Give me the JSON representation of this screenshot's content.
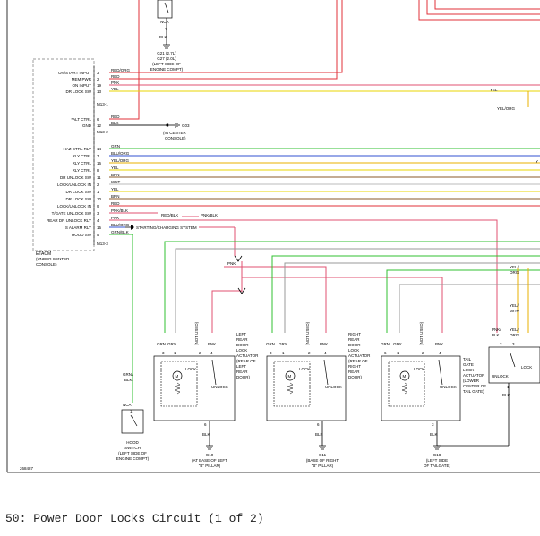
{
  "caption": "50: Power Door Locks Circuit (1 of 2)",
  "figure_id": "268487",
  "etacm": {
    "label": "ETACM",
    "location": [
      "(UNDER CENTER",
      "CONSOLE)"
    ],
    "connector_top": "M13-1",
    "connector_mid": "M13-2",
    "connector_bot": "M13-3",
    "pins_top": [
      {
        "name": "ON/START INPUT",
        "pin": "3",
        "wire": "RED/ORG",
        "color": "#e0303a"
      },
      {
        "name": "MEM PWR",
        "pin": "2",
        "wire": "RED",
        "color": "#e0303a"
      },
      {
        "name": "ON INPUT",
        "pin": "19",
        "wire": "PNK",
        "color": "#e05070"
      },
      {
        "name": "DR LOCK SW",
        "pin": "13",
        "wire": "YEL",
        "color": "#e8d400"
      }
    ],
    "pins_mid": [
      {
        "name": "*ALT CTRL",
        "pin": "6",
        "wire": "RED",
        "color": "#e0303a"
      },
      {
        "name": "GND",
        "pin": "12",
        "wire": "BLK",
        "color": "#222222"
      }
    ],
    "pins_bot": [
      {
        "name": "HAZ CTRL RLY",
        "pin": "14",
        "wire": "GRN",
        "color": "#30c030"
      },
      {
        "name": "RLY CTRL",
        "pin": "7",
        "wire": "BLU/ORG",
        "color": "#3050d0"
      },
      {
        "name": "RLY CTRL",
        "pin": "16",
        "wire": "YEL/ORG",
        "color": "#e8b000"
      },
      {
        "name": "RLY CTRL",
        "pin": "8",
        "wire": "YEL",
        "color": "#e8d400"
      },
      {
        "name": "DR UNLOCK SW",
        "pin": "11",
        "wire": "BRN",
        "color": "#8a5a2a"
      },
      {
        "name": "LOCK/UNLOCK IN",
        "pin": "2",
        "wire": "WHT",
        "color": "#bbbbbb"
      },
      {
        "name": "DR LOCK SW",
        "pin": "1",
        "wire": "YEL",
        "color": "#e8d400"
      },
      {
        "name": "DR LOCK SW",
        "pin": "10",
        "wire": "BRN",
        "color": "#8a5a2a"
      },
      {
        "name": "LOCK/UNLOCK IN",
        "pin": "9",
        "wire": "RED",
        "color": "#e0303a"
      },
      {
        "name": "T/GATE UNLOCK SW",
        "pin": "3",
        "wire": "PNK/BLK",
        "color": "#e05070"
      },
      {
        "name": "REAR DR UNLOCK RLY",
        "pin": "4",
        "wire": "PNK",
        "color": "#e05070"
      },
      {
        "name": "S ALARM RLY",
        "pin": "15",
        "wire": "BLU/ORG",
        "color": "#3050d0"
      },
      {
        "name": "HOOD SW",
        "pin": "5",
        "wire": "GRN/BLK",
        "color": "#30c030"
      }
    ]
  },
  "ground_g03": {
    "name": "G03",
    "location": [
      "(IN CENTER",
      "CONSOLE)"
    ]
  },
  "ground_g21": {
    "name": "G21",
    "lines": [
      "G21 (2.7L)",
      "G27 (2.0L)",
      "(LEFT SIDE OF",
      "ENGINE COMPT)"
    ]
  },
  "nca_top": {
    "label": "NCA",
    "pin": "2",
    "wire": "BLK"
  },
  "wire_labels": {
    "red_blk": "RED/BLK",
    "pnk_blk": "PNK/BLK",
    "starting": "STARTING/CHARGING SYSTEM",
    "pnk": "PNK",
    "yel": "YEL",
    "yel_org": "YEL/ORG",
    "y": "Y",
    "yel_org_right": [
      "YEL/",
      "ORG"
    ],
    "yel_wht_right": [
      "YEL/",
      "WHT"
    ],
    "pnk_blk_right": [
      "PNK/",
      "BLK"
    ],
    "yel_org_right2": [
      "YEL/",
      "ORG"
    ],
    "grn_blk": [
      "GRN/",
      "BLK"
    ]
  },
  "actuators": [
    {
      "name": [
        "LEFT",
        "REAR",
        "DOOR",
        "LOCK",
        "ACTUATOR",
        "(REAR OF",
        "LEFT",
        "REAR",
        "DOOR)"
      ],
      "pins": [
        "3",
        "1",
        "2",
        "4"
      ],
      "wires": [
        "GRN",
        "GRY",
        "(NOT USED)",
        "PNK"
      ],
      "lock": "LOCK",
      "unlock": "UNLOCK",
      "gpin": "6",
      "gwire": "BLK",
      "ground": [
        "G10",
        "(AT BASE OF LEFT",
        "\"B\" PILLAR)"
      ]
    },
    {
      "name": [
        "RIGHT",
        "REAR",
        "DOOR",
        "LOCK",
        "ACTUATOR",
        "(REAR OF",
        "RIGHT",
        "REAR",
        "DOOR)"
      ],
      "pins": [
        "3",
        "1",
        "2",
        "4"
      ],
      "wires": [
        "GRN",
        "GRY",
        "(NOT USED)",
        "PNK"
      ],
      "lock": "LOCK",
      "unlock": "UNLOCK",
      "gpin": "6",
      "gwire": "BLK",
      "ground": [
        "G11",
        "(BASE OF RIGHT",
        "\"B\" PILLAR)"
      ]
    },
    {
      "name": [
        "TAIL",
        "GATE",
        "LOCK",
        "ACTUATOR",
        "(LOWER",
        "CENTER OF",
        "TAIL GATE)"
      ],
      "pins": [
        "6",
        "1",
        "2",
        "4"
      ],
      "wires": [
        "GRN",
        "GRY",
        "(NOT USED)",
        "PNK"
      ],
      "lock": "LOCK",
      "unlock": "UNLOCK",
      "gpin": "3",
      "gwire": "BLK",
      "ground": [
        "G18",
        "(LEFT SIDE",
        "OF TAILGATE)"
      ]
    }
  ],
  "right_actuator": {
    "pnk_blk": [
      "PNK/",
      "BLK"
    ],
    "pins": [
      "2",
      "3",
      "1"
    ],
    "unlock": "UNLOCK",
    "lock": "LOCK",
    "gwire": "BLK"
  },
  "hood_switch": {
    "wire": [
      "GRN/",
      "BLK"
    ],
    "nca": "NCA",
    "pin": "1",
    "name": [
      "HOOD",
      "SWITCH",
      "(LEFT SIDE OF",
      "ENGINE COMPT)"
    ]
  }
}
